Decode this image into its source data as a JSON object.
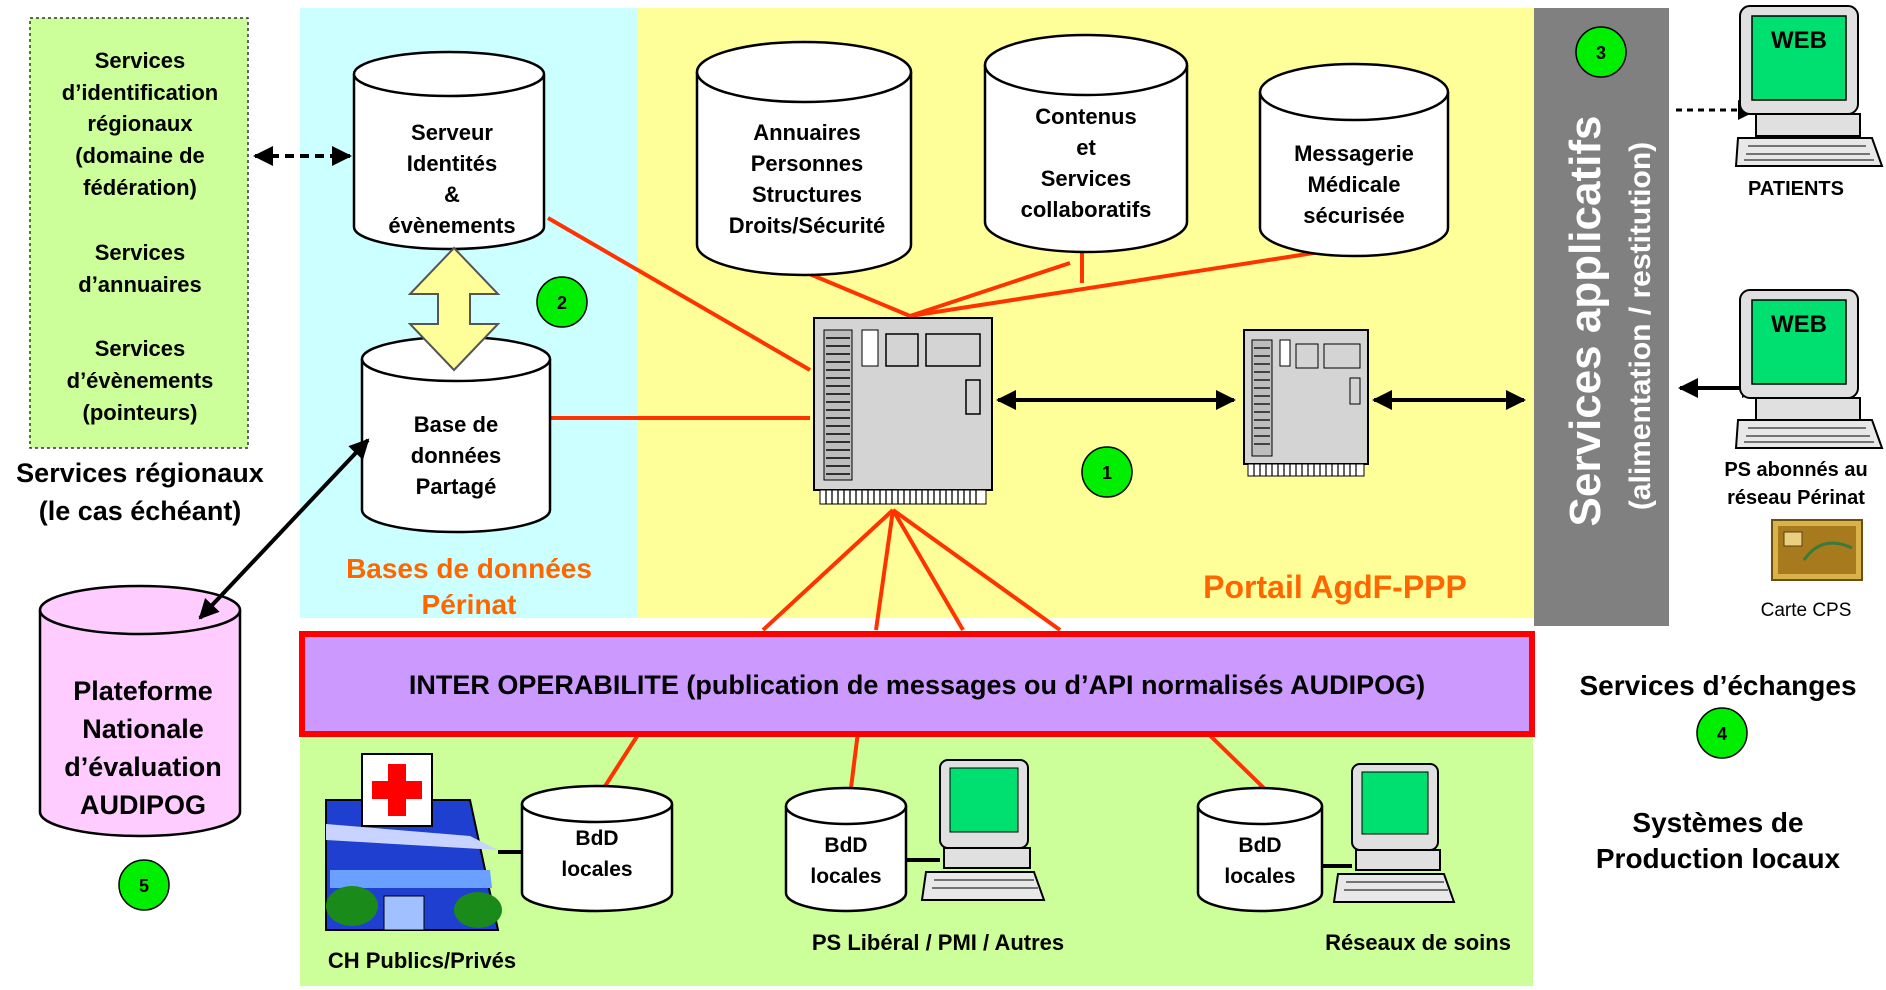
{
  "regional_services": {
    "identification": [
      "Services",
      "d’identification",
      "régionaux",
      "(domaine de",
      "fédération)"
    ],
    "annuaires": [
      "Services",
      "d’annuaires"
    ],
    "evenements": [
      "Services",
      "d’évènements",
      "(pointeurs)"
    ],
    "caption": [
      "Services régionaux",
      "(le cas échéant)"
    ]
  },
  "databases": {
    "serveur": [
      "Serveur",
      "Identités",
      "&",
      "évènements"
    ],
    "base": [
      "Base de",
      "données",
      "Partagé"
    ],
    "caption": [
      "Bases de données",
      "Périnat"
    ],
    "badge": "2"
  },
  "portal": {
    "annuaires": [
      "Annuaires",
      "Personnes",
      "Structures",
      "Droits/Sécurité"
    ],
    "contenus": [
      "Contenus",
      "et",
      "Services",
      "collaboratifs"
    ],
    "messagerie": [
      "Messagerie",
      "Médicale",
      "sécurisée"
    ],
    "caption": "Portail AgdF-PPP",
    "badge": "1"
  },
  "applicative": {
    "title": "Services applicatifs",
    "subtitle": "(alimentation / restitution)",
    "badge": "3"
  },
  "clients": {
    "web": "WEB",
    "patients": "PATIENTS",
    "ps": [
      "PS abonnés au",
      "réseau Périnat"
    ],
    "card": "Carte CPS"
  },
  "interop": {
    "label": "INTER OPERABILITE (publication de messages ou d’API normalisés AUDIPOG)"
  },
  "exchanges": {
    "label": "Services d’échanges",
    "badge": "4"
  },
  "platform": {
    "lines": [
      "Plateforme",
      "Nationale",
      "d’évaluation",
      "AUDIPOG"
    ],
    "badge": "5"
  },
  "local": {
    "bdd": [
      "BdD",
      "locales"
    ],
    "ch": "CH Publics/Privés",
    "ps": "PS Libéral / PMI / Autres",
    "reseaux": "Réseaux de soins",
    "systems": [
      "Systèmes de",
      "Production locaux"
    ]
  },
  "colors": {
    "green_panel": "#ccff99",
    "cyan_panel": "#ccffff",
    "yellow_panel": "#ffff99",
    "gray_panel": "#808080",
    "orange_text": "#ff6600",
    "red_line": "#ff3300",
    "badge_green": "#00ee00",
    "interop_fill": "#cc99ff",
    "interop_border": "#ff0000",
    "pink_cylinder": "#ffccff"
  }
}
